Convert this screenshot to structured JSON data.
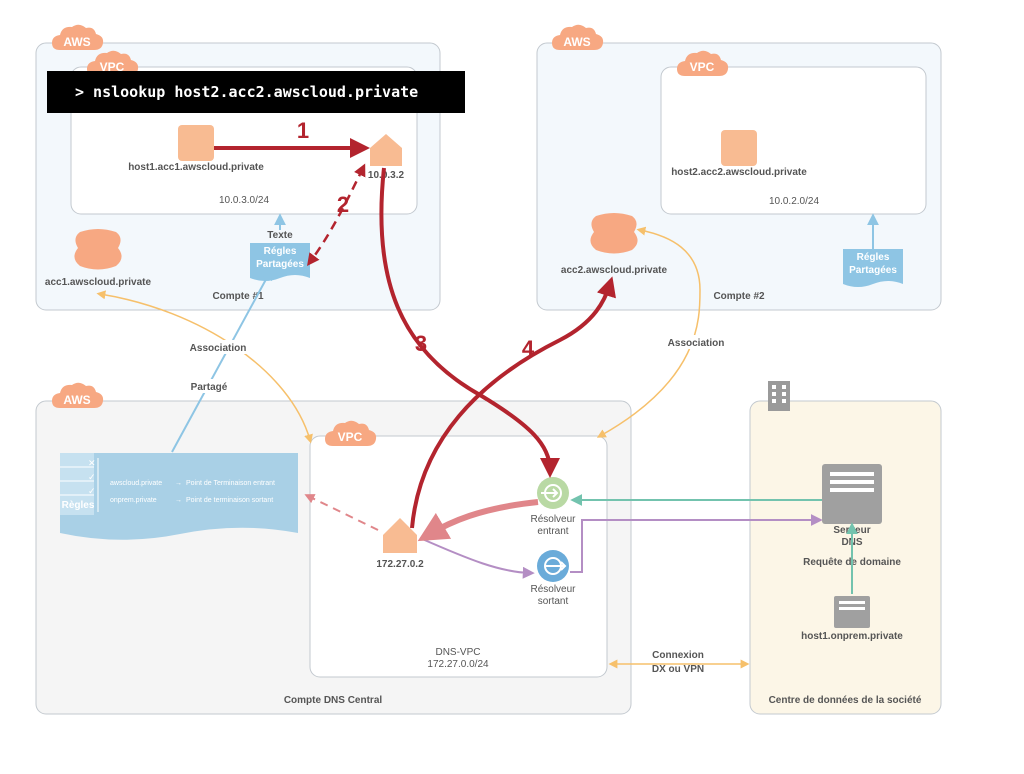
{
  "command": "> nslookup host2.acc2.awscloud.private",
  "clouds": {
    "aws": "AWS",
    "vpc": "VPC"
  },
  "accounts": {
    "acc1": {
      "label": "Compte #1",
      "zone": "acc1.awscloud.private",
      "host": "host1.acc1.awscloud.private",
      "resolver_ip": "10.0.3.2",
      "cidr": "10.0.3.0/24",
      "text_label": "Texte",
      "rules_label": [
        "Régles",
        "Partagées"
      ]
    },
    "acc2": {
      "label": "Compte #2",
      "zone": "acc2.awscloud.private",
      "host": "host2.acc2.awscloud.private",
      "cidr": "10.0.2.0/24",
      "rules_label": [
        "Régles",
        "Partagées"
      ]
    },
    "central": {
      "label": "Compte DNS Central",
      "vpc_name": "DNS-VPC",
      "vpc_cidr": "172.27.0.0/24",
      "resolver_ip": "172.27.0.2",
      "inbound": [
        "Résolveur",
        "entrant"
      ],
      "outbound": [
        "Résolveur",
        "sortant"
      ],
      "rules_doc": {
        "title": "Règles",
        "rows": [
          {
            "domain": "awscloud.private",
            "arrow": "→",
            "target": "Point de Terminaison entrant"
          },
          {
            "domain": "onprem.private",
            "arrow": "→",
            "target": "Point de terminaison sortant"
          }
        ]
      }
    },
    "datacenter": {
      "label": "Centre de données de la société",
      "server": [
        "Serveur",
        "DNS"
      ],
      "query_label": "Requête de domaine",
      "host": "host1.onprem.private"
    }
  },
  "links": {
    "association": "Association",
    "partage": "Partagé",
    "connection": [
      "Connexion",
      "DX ou VPN"
    ]
  },
  "steps": [
    "1",
    "2",
    "3",
    "4"
  ],
  "colors": {
    "red": "#b3242e",
    "orange": "#f6c06b",
    "blue": "#8ec5e4",
    "teal": "#73c3ae",
    "purple": "#b48ec4",
    "shield": "#f7a882",
    "host": "#f8bb92"
  }
}
